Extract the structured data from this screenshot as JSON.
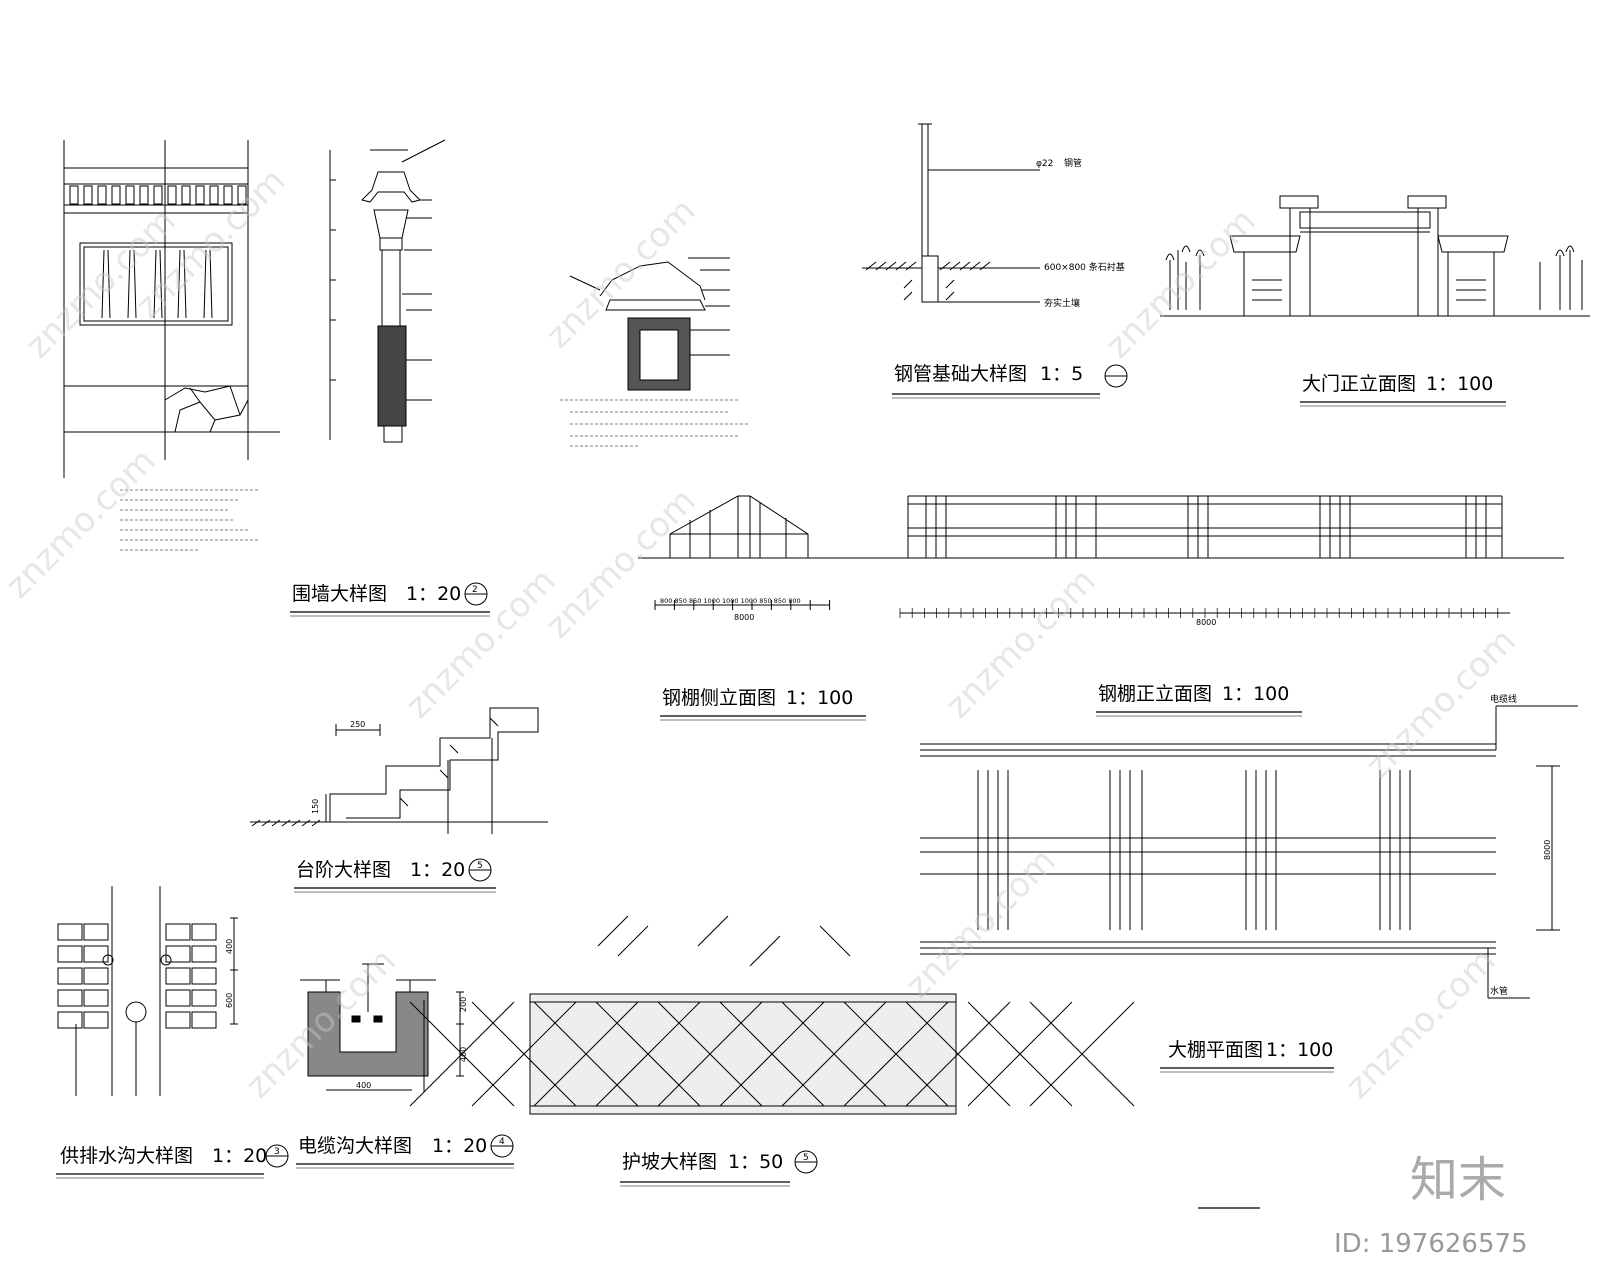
{
  "titles": {
    "wall": "围墙大样图",
    "wall_scale": "1：20",
    "wall_no": "2",
    "pipe": "钢管基础大样图",
    "pipe_scale": "1：5",
    "gate": "大门正立面图",
    "gate_scale": "1：100",
    "shed_side": "钢棚侧立面图",
    "shed_side_scale": "1：100",
    "shed_front": "钢棚正立面图",
    "shed_front_scale": "1：100",
    "steps": "台阶大样图",
    "steps_scale": "1：20",
    "steps_no": "5",
    "drain": "供排水沟大样图",
    "drain_scale": "1：20",
    "drain_no": "3",
    "cable": "电缆沟大样图",
    "cable_scale": "1：20",
    "cable_no": "4",
    "slope": "护坡大样图",
    "slope_scale": "1：50",
    "slope_no": "5",
    "plan": "大棚平面图",
    "plan_scale": "1：100"
  },
  "labels": {
    "pipe_dia": "φ22",
    "pipe_name": "钢管",
    "stone": "600×800 条石衬基",
    "soil": "夯实土壤",
    "cable_line": "电缆线",
    "water_pipe": "水管",
    "step_width": "250",
    "step_height": "150",
    "trench_width": "400",
    "trench_d1": "200",
    "trench_d2": "400",
    "drain_h1": "400",
    "drain_h2": "600",
    "plan_dim": "8000",
    "side_dim": "8000",
    "side_dims": "800 850 850 1000 1000 1000 850 850 800",
    "front_dim": "8000"
  },
  "brand": {
    "logo": "知末",
    "watermark": "znzmo.com",
    "id": "ID: 197626575"
  }
}
